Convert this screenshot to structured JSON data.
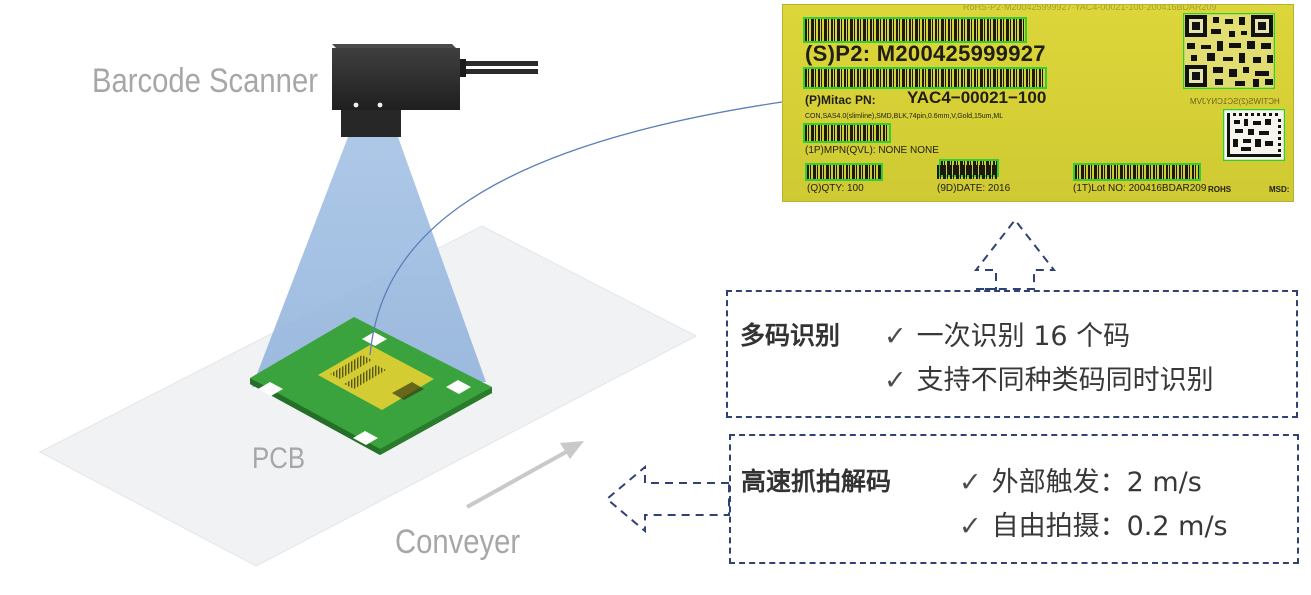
{
  "captions": {
    "scanner": "Barcode Scanner",
    "pcb": "PCB",
    "conveyer": "Conveyer"
  },
  "label": {
    "faint_top": "RoHS·P2·M200425999927·YAC4-00021-100·200416BDAR209",
    "sp2": "(S)P2: M200425999927",
    "pn_label": "(P)Mitac PN:",
    "pn_value": "YAC4−00021−100",
    "spec": "CON,SAS4.0(slimline),SMD,BLK,74pin,0.6mm,V,Gold,15um,ML",
    "mpn": "(1P)MPN(QVL):  NONE  NONE",
    "qty": "(Q)QTY: 100",
    "date": "(9D)DATE: 2016",
    "lot": "(1T)Lot NO: 200416BDAR209",
    "rohs": "ROHS",
    "msd": "MSD:",
    "mirror": "HCTIWS(2)SC1CNYJVM"
  },
  "features": [
    {
      "title": "多码识别",
      "items": [
        "一次识别 16 个码",
        "支持不同种类码同时识别"
      ]
    },
    {
      "title": "高速抓拍解码",
      "items": [
        "外部触发：2 m/s",
        "自由拍摄：0.2 m/s"
      ]
    }
  ],
  "check_glyph": "✓",
  "colors": {
    "beam": "#9fbde0",
    "pcb_green": "#37a63a",
    "label_yellow": "#d8d238",
    "dash_blue": "#2e4373",
    "caption_gray": "#a7a7a7"
  }
}
